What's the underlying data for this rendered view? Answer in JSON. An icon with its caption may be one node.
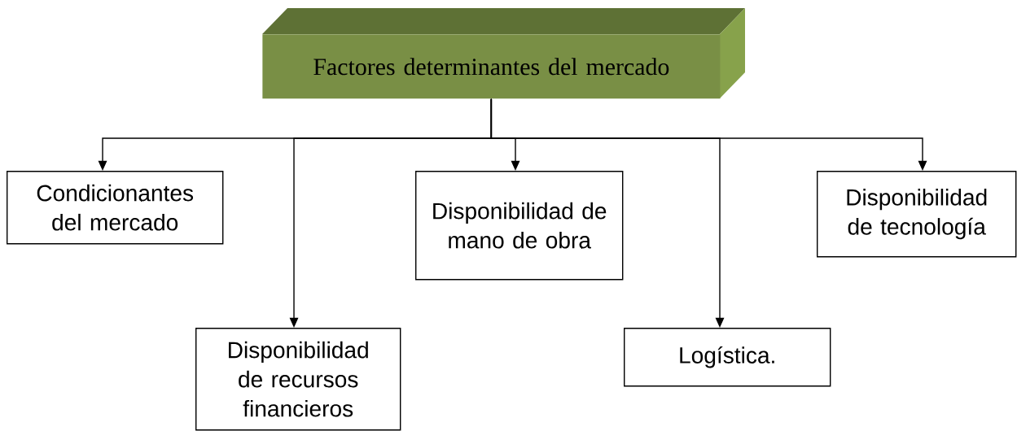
{
  "diagram": {
    "nodes": [
      {
        "text": [
          "Factores determinantes del mercado"
        ]
      },
      {
        "text": [
          "Condicionantes del mercado"
        ]
      },
      {
        "text": [
          "Disponibilidad de recursos financieros"
        ]
      },
      {
        "text": [
          "Disponibilidad de mano de obra"
        ]
      },
      {
        "text": [
          "Logística."
        ]
      },
      {
        "text": [
          "Disponibilidad de tecnología"
        ]
      }
    ],
    "edges": [
      {
        "from": 0,
        "to": 1,
        "arrow": "to"
      },
      {
        "from": 0,
        "to": 2,
        "arrow": "to"
      },
      {
        "from": 0,
        "to": 3,
        "arrow": "to"
      },
      {
        "from": 0,
        "to": 4,
        "arrow": "to"
      },
      {
        "from": 0,
        "to": 5,
        "arrow": "to"
      }
    ]
  }
}
